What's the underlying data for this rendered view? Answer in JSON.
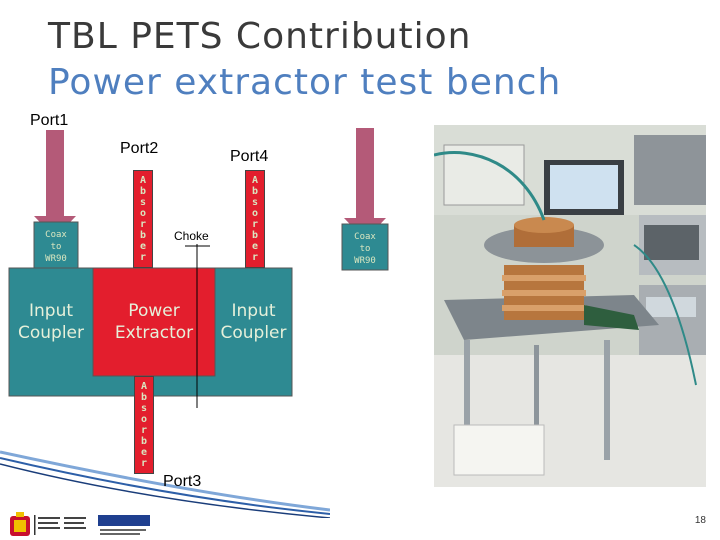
{
  "slide": {
    "title": "TBL PETS Contribution",
    "subtitle": "Power extractor test bench",
    "page_number": "18"
  },
  "diagram": {
    "port1": "Port1",
    "port2": "Port2",
    "port3": "Port3",
    "port4": "Port4",
    "choke": "Choke",
    "absorber": "A\nb\ns\no\nr\nb\ne\nr",
    "coax_left": "Coax\nto\nWR90",
    "coax_right": "Coax\nto\nWR90",
    "input_coupler_left": "Input\nCoupler",
    "power_extractor": "Power\nExtractor",
    "input_coupler_right": "Input\nCoupler"
  },
  "colors": {
    "title": "#3a3a3a",
    "subtitle": "#4f7fbf",
    "coupler_teal": "#2e8a92",
    "extractor_red": "#e31e2d",
    "absorber_red": "#e31e2d",
    "waveguide_pink": "#b45a78",
    "coax_teal": "#2e8a92"
  },
  "icons": [
    "photo-test-bench",
    "ciemat-logo",
    "spain-coat-of-arms-icon"
  ]
}
